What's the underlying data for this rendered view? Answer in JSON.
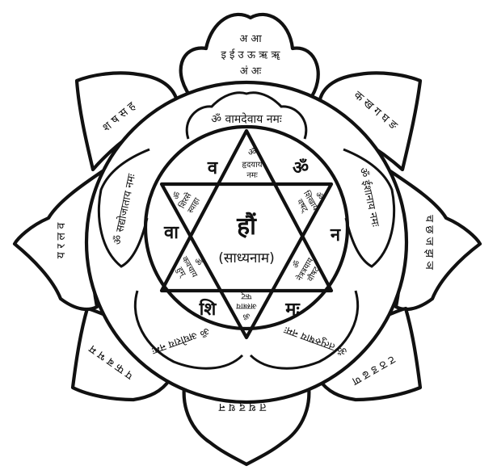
{
  "center": {
    "bija": "हौं",
    "label": "(साध्यनाम)"
  },
  "hexagram_points": {
    "top": [
      "ॐ",
      "हृदयाय",
      "नमः"
    ],
    "upper_left": [
      "ॐ",
      "शिरसे",
      "स्वाहा"
    ],
    "upper_right": [
      "ॐ",
      "शिखायै",
      "वषट्"
    ],
    "lower_left": [
      "ॐ",
      "कवचाय",
      "हुम्"
    ],
    "lower_right": [
      "ॐ",
      "नेत्रत्रयाय",
      "वौषट्"
    ],
    "bottom": [
      "ॐ",
      "अस्त्राय",
      "फट्"
    ]
  },
  "ring_syllables": {
    "top_left": "व",
    "top_right": "ॐ",
    "left": "वा",
    "right": "न",
    "bottom_left": "शि",
    "bottom_right": "मः"
  },
  "mid_petals": {
    "top": "ॐ वामदेवाय नमः",
    "left": "ॐ सद्योजाताय नमः",
    "right": "ॐ ईशानाय नमः",
    "bottom_left": "ॐ अघोराय नमः",
    "bottom_right": "ॐ तत्पुरुषाय नमः"
  },
  "outer_petals": {
    "top": [
      "अ आ",
      "इ ई उ ऊ ऋ ॠ",
      "अं अः"
    ],
    "top_right": "क ख ग घ ङ",
    "right": "च छ ज झ ञ",
    "bottom_right": "ट ठ ड ढ ण",
    "bottom": "त थ द ध न",
    "bottom_left": "प फ ब भ म",
    "left": "य र ल व",
    "top_left": "श ष स ह"
  }
}
